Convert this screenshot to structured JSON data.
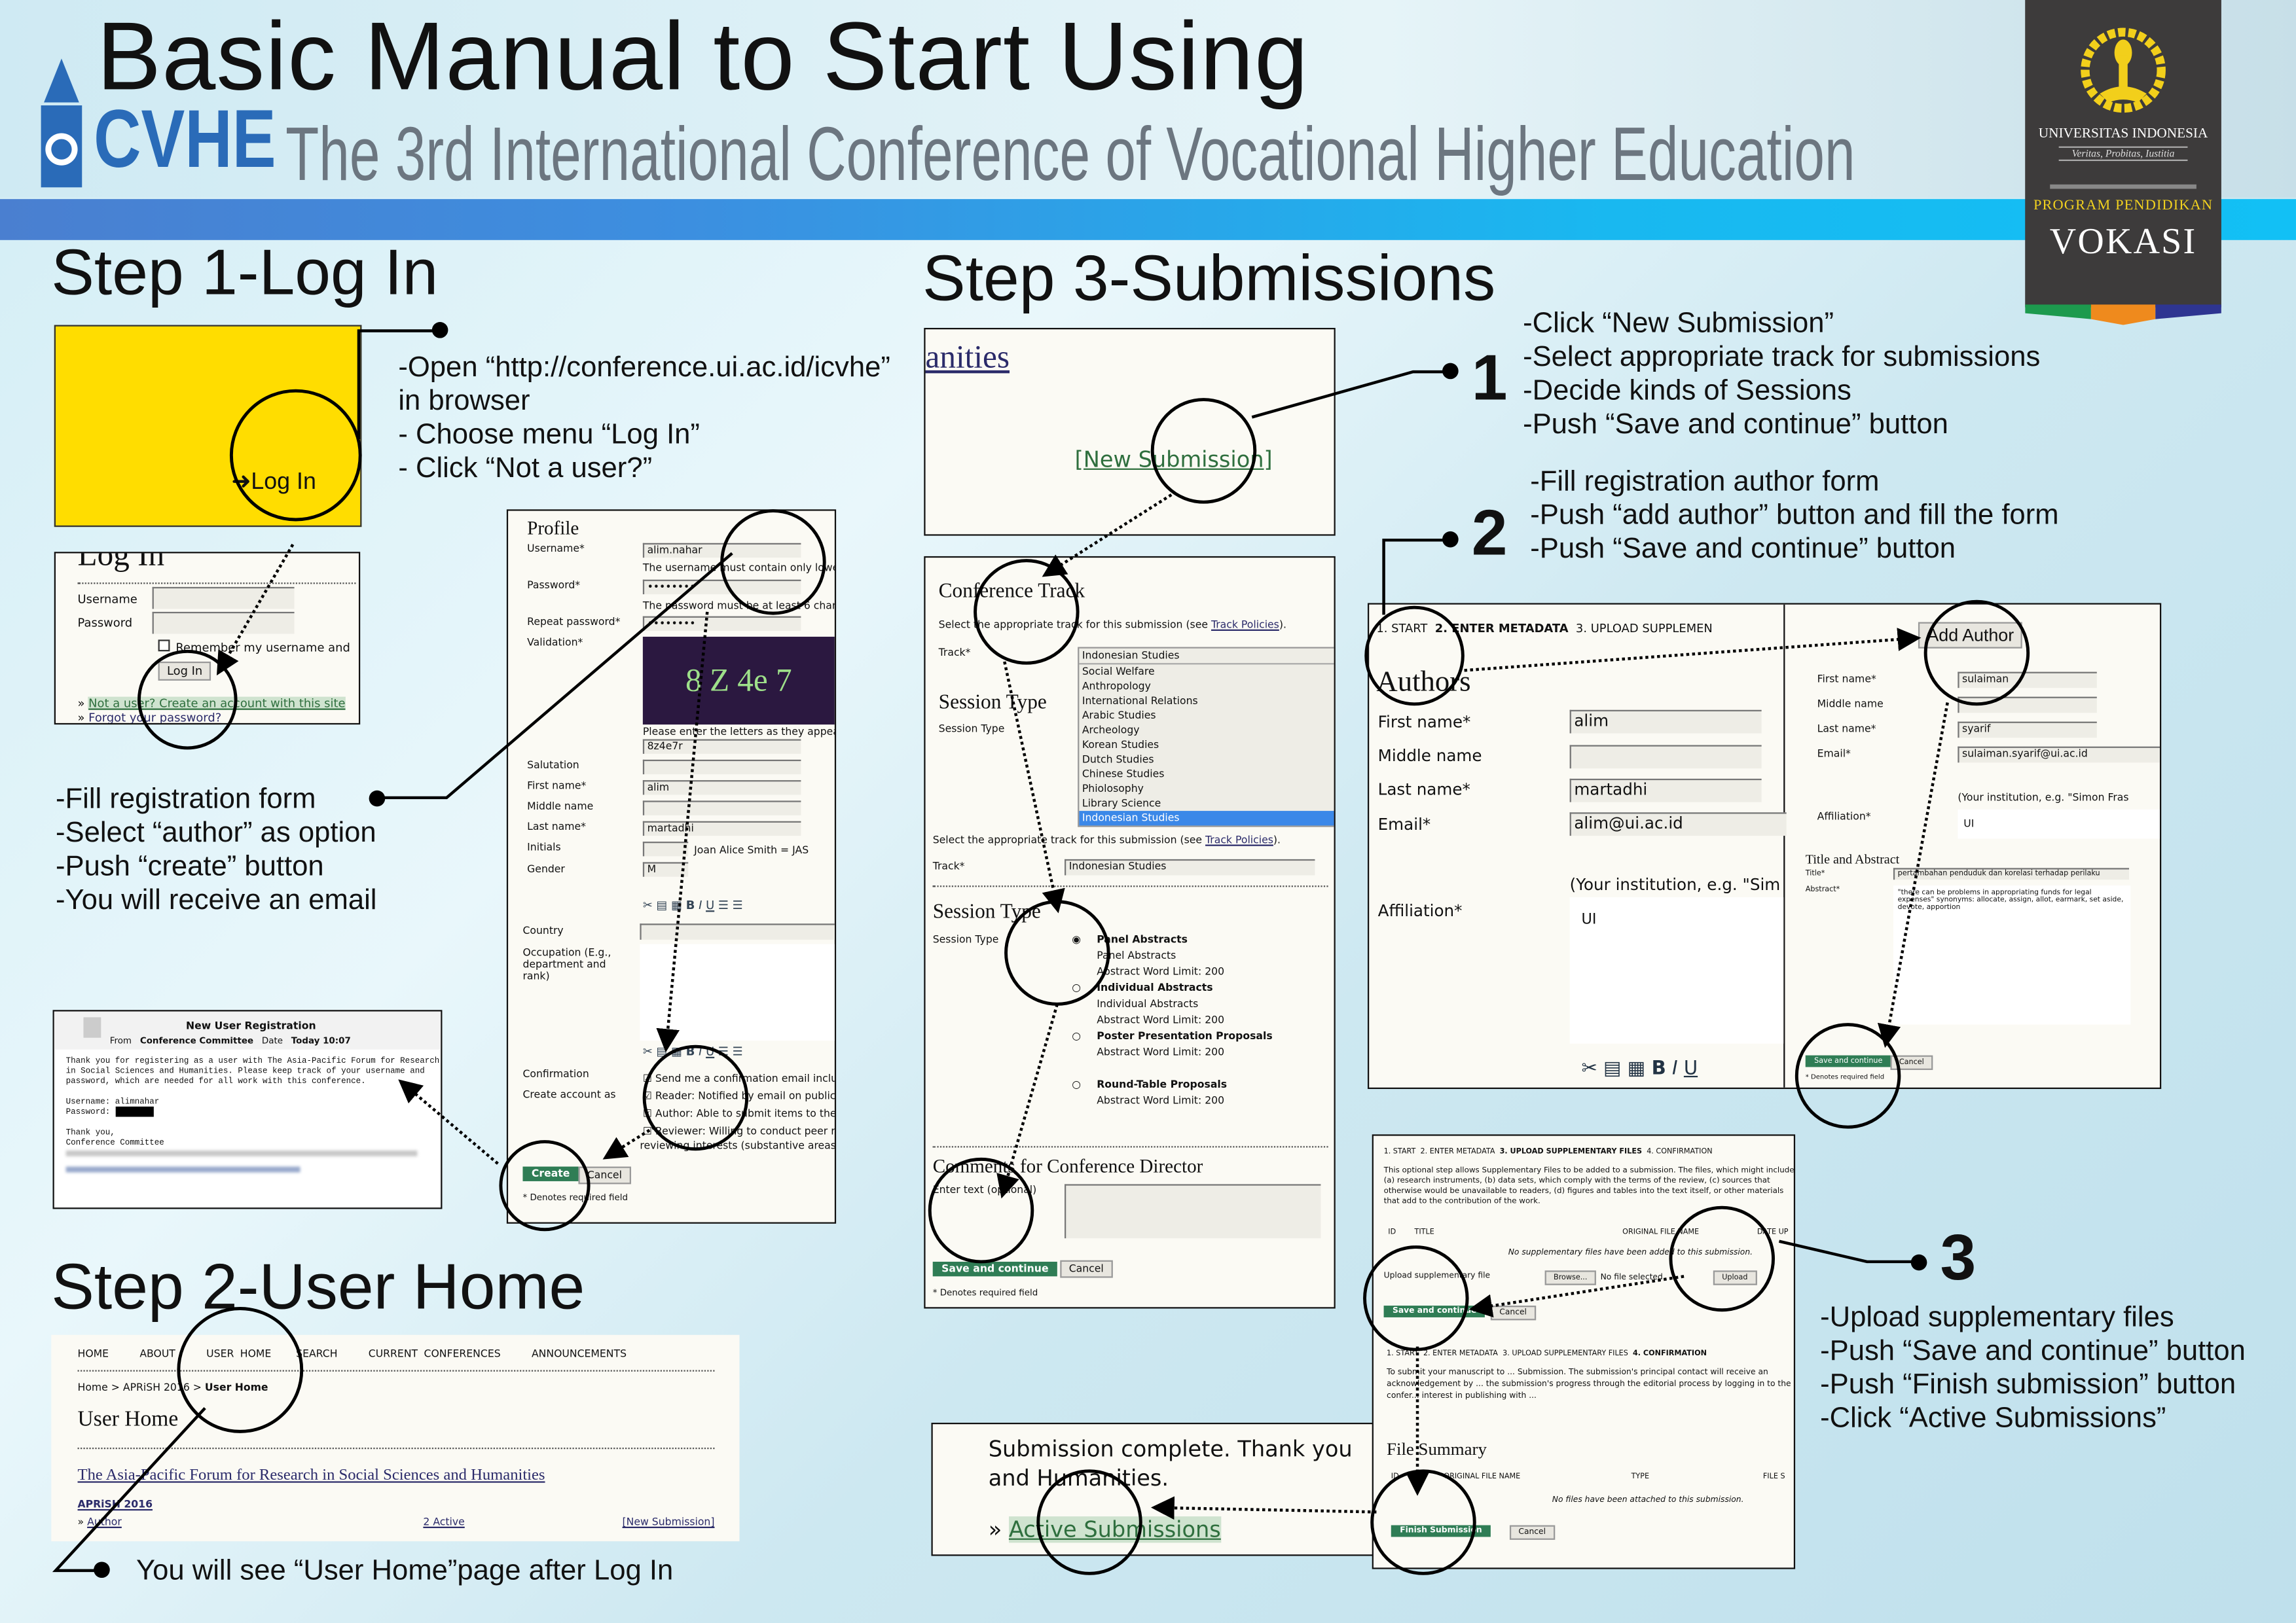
{
  "header": {
    "title": "Basic Manual to Start Using",
    "logo_text": "CVHE",
    "subtitle": "The 3rd International Conference of Vocational Higher Education"
  },
  "ui_banner": {
    "university": "UNIVERSITAS INDONESIA",
    "motto": "Veritas, Probitas, Iustitia",
    "program": "PROGRAM PENDIDIKAN",
    "faculty": "VOKASI"
  },
  "step1": {
    "heading": "Step 1-Log In",
    "login_link": "Log In",
    "instructions": [
      "-Open “http://conference.ui.ac.id/icvhe”",
      "in browser",
      "- Choose menu “Log In”",
      "- Click “Not a user?”"
    ],
    "login_form": {
      "title": "Log In",
      "username_label": "Username",
      "password_label": "Password",
      "remember_label": "Remember my username and",
      "login_button": "Log In",
      "not_user_link": "Not a user? Create an account with this site",
      "forgot_link": "Forgot your password?"
    },
    "bullets": [
      "-Fill registration form",
      "-Select “author” as option",
      "-Push “create” button",
      "-You will receive an email"
    ],
    "profile": {
      "title": "Profile",
      "username_label": "Username*",
      "username_value": "alim.nahar",
      "username_hint": "The username must contain only lowe",
      "password_label": "Password*",
      "password_value": "••••••••",
      "password_hint": "The password must be at least 6 chara",
      "repeat_label": "Repeat password*",
      "repeat_value": "••••••••",
      "validation_label": "Validation*",
      "captcha": "8 Z 4e 7",
      "captcha_hint": "Please enter the letters as they appea",
      "captcha_value": "8z4e7r",
      "salutation_label": "Salutation",
      "first_label": "First name*",
      "first_value": "alim",
      "middle_label": "Middle name",
      "last_label": "Last name*",
      "last_value": "martadhi",
      "initials_label": "Initials",
      "initials_hint": "Joan Alice Smith = JAS",
      "gender_label": "Gender",
      "gender_value": "M",
      "country_label": "Country",
      "occupation_label": "Occupation (E.g., department and rank)",
      "confirmation_label": "Confirmation",
      "create_as_label": "Create account as",
      "options": [
        "Send me a confirmation email inclu",
        "Reader: Notified by email on public",
        "Author: Able to submit items to the",
        "Reviewer: Willing to conduct peer r"
      ],
      "options_more": "reviewing interests (substantive areas a",
      "create_button": "Create",
      "cancel_button": "Cancel",
      "required_note": "* Denotes required field"
    },
    "email": {
      "subject": "New User Registration",
      "from_label": "From",
      "from": "Conference Committee",
      "date_label": "Date",
      "date": "Today 10:07",
      "body": [
        "Thank you for registering as a user with The Asia-Pacific Forum for Research",
        "in Social Sciences and Humanities. Please keep track of your username and",
        "password, which are needed for all work with this conference."
      ],
      "username_line": "Username: alimnahar",
      "password_line": "Password:",
      "signoff": [
        "Thank you,",
        "Conference Committee"
      ]
    }
  },
  "step2": {
    "heading": "Step 2-User Home",
    "nav": [
      "HOME",
      "ABOUT",
      "USER HOME",
      "SEARCH",
      "CURRENT CONFERENCES",
      "ANNOUNCEMENTS"
    ],
    "breadcrumb": {
      "home": "Home",
      "conf": "APRiSH 2016",
      "current": "User Home"
    },
    "page_title": "User Home",
    "forum_link": "The Asia-Pacific Forum for Research in Social Sciences and Humanities",
    "conf_link": "APRiSH 2016",
    "role_link": "Author",
    "active_link": "2 Active",
    "new_sub_link": "[New Submission]",
    "note": "You will see “User Home”page after Log In"
  },
  "step3": {
    "heading": "Step 3-Submissions",
    "new_sub": {
      "partial_title": "anities",
      "link": "[New Submission]"
    },
    "steps1": {
      "number": "1",
      "lines": [
        "-Click “New Submission”",
        "-Select appropriate track for submissions",
        "-Decide kinds of Sessions",
        "-Push “Save and continue” button"
      ]
    },
    "steps2": {
      "number": "2",
      "lines": [
        "-Fill registration author form",
        "-Push “add author” button and fill the form",
        "-Push “Save and continue” button"
      ]
    },
    "steps3": {
      "number": "3",
      "lines": [
        "-Upload supplementary files",
        "-Push “Save and continue” button",
        "-Push “Finish submission” button",
        "-Click “Active Submissions”"
      ]
    },
    "track": {
      "title": "Conference Track",
      "instruction": "Select the appropriate track for this submission (see",
      "policies": "Track Policies",
      "track_label": "Track*",
      "selected": "Indonesian Studies",
      "options": [
        "Social Welfare",
        "Anthropology",
        "International Relations",
        "Arabic Studies",
        "Archeology",
        "Korean Studies",
        "Dutch Studies",
        "Chinese Studies",
        "Phiolosophy",
        "Library Science",
        "Indonesian Studies"
      ],
      "session_title": "Session Type",
      "session_label": "Session Type",
      "sessions": [
        {
          "name": "Panel Abstracts",
          "desc": "Panel Abstracts",
          "limit": "Abstract Word Limit: 200",
          "selected": true
        },
        {
          "name": "Individual Abstracts",
          "desc": "Individual Abstracts",
          "limit": "Abstract Word Limit: 200",
          "selected": false
        },
        {
          "name": "Poster Presentation Proposals",
          "desc": "",
          "limit": "Abstract Word Limit: 200",
          "selected": false
        },
        {
          "name": "Round-Table Proposals",
          "desc": "",
          "limit": "Abstract Word Limit: 200",
          "selected": false
        }
      ],
      "comments_title": "Comments for Conference Director",
      "comments_label": "Enter text (optional)",
      "save_button": "Save and continue",
      "cancel_button": "Cancel",
      "required_note": "* Denotes required field"
    },
    "metadata": {
      "steps": [
        "1. START",
        "2. ENTER METADATA",
        "3. UPLOAD SUPPLEMEN"
      ],
      "authors_title": "Authors",
      "first_label": "First name*",
      "first_value": "alim",
      "middle_label": "Middle name",
      "last_label": "Last name*",
      "last_value": "martadhi",
      "email_label": "Email*",
      "email_value": "alim@ui.ac.id",
      "affil_hint": "(Your institution, e.g. \"Sim",
      "affil_label": "Affiliation*",
      "affil_value": "UI",
      "add_author": "Add Author",
      "a2_first_label": "First name*",
      "a2_first": "sulaiman",
      "a2_middle_label": "Middle name",
      "a2_last_label": "Last name*",
      "a2_last": "syarif",
      "a2_email_label": "Email*",
      "a2_email": "sulaiman.syarif@ui.ac.id",
      "a2_affil_hint": "(Your institution, e.g. \"Simon Fras",
      "a2_affil_label": "Affiliation*",
      "a2_affil": "UI",
      "ta_title": "Title and Abstract",
      "title_label": "Title*",
      "title_value": "pertambahan penduduk dan korelasi terhadap perilaku",
      "abstract_label": "Abstract*",
      "abstract_value": "\"there can be problems in appropriating funds for legal expenses\" synonyms: allocate, assign, allot, earmark, set aside, devote, apportion",
      "save_button": "Save and continue",
      "cancel_button": "Cancel",
      "required_note": "* Denotes required field"
    },
    "upload": {
      "steps": [
        "1. START",
        "2. ENTER METADATA",
        "3. UPLOAD SUPPLEMENTARY FILES",
        "4. CONFIRMATION"
      ],
      "intro": "This optional step allows Supplementary Files to be added to a submission. The files, which might include (a) research instruments, (b) data sets, which comply with the terms of the review, (c) sources that otherwise would be unavailable to readers, (d) figures and tables into the text itself, or other materials that add to the contribution of the work.",
      "cols": [
        "ID",
        "TITLE",
        "ORIGINAL FILE NAME",
        "DATE UP"
      ],
      "empty": "No supplementary files have been added to this submission.",
      "upload_label": "Upload supplementary file",
      "browse": "Browse...",
      "no_file": "No file selected.",
      "upload_button": "Upload",
      "save_button": "Save and continue",
      "cancel_button": "Cancel",
      "confirm_text": "To submit your manuscript to ... Submission. The submission's principal contact will receive an acknowledgement by ... the submission's progress through the editorial process by logging in to the confer... interest in publishing with ...",
      "summary_title": "File Summary",
      "summary_cols": [
        "ID",
        "ORIGINAL FILE NAME",
        "TYPE",
        "FILE S"
      ],
      "summary_empty": "No files have been attached to this submission.",
      "finish_button": "Finish Submission",
      "cancel2_button": "Cancel"
    },
    "complete": {
      "text": "Submission complete. Thank you",
      "text2": "and Humanities.",
      "link": "Active Submissions"
    }
  }
}
